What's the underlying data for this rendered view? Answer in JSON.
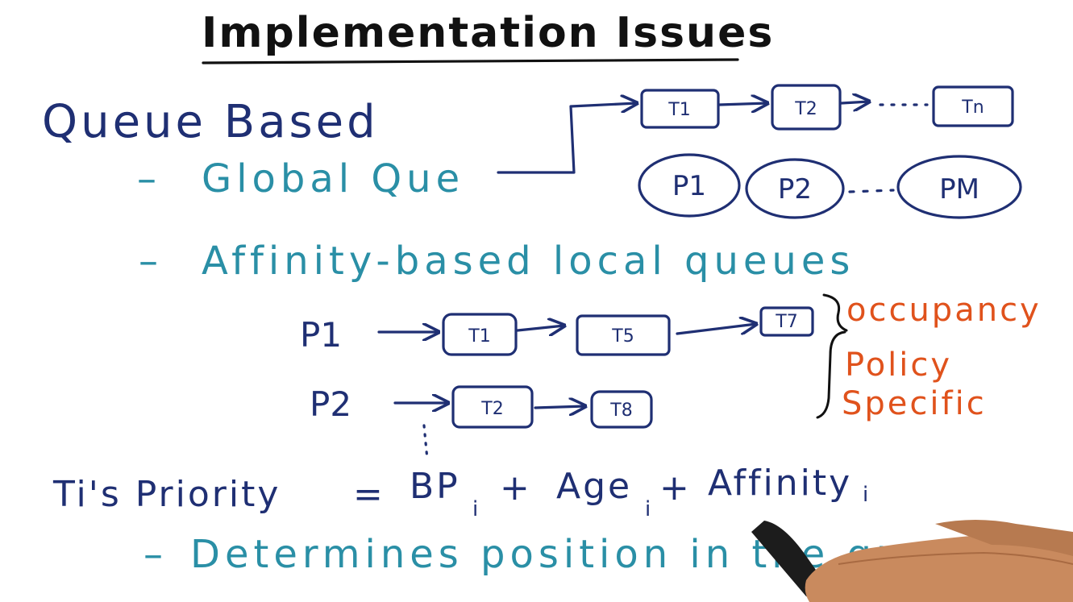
{
  "title": "Implementation Issues",
  "heading": "Queue Based",
  "global_queue": {
    "label": "Global Que",
    "threads": [
      "T1",
      "T2",
      "Tn"
    ],
    "processors": [
      "P1",
      "P2",
      "PM"
    ]
  },
  "affinity": {
    "label": "Affinity-based local queues",
    "rows": [
      {
        "processor": "P1",
        "threads": [
          "T1",
          "T5",
          "T7"
        ]
      },
      {
        "processor": "P2",
        "threads": [
          "T2",
          "T8"
        ]
      }
    ],
    "annotations": [
      "occupancy",
      "Policy",
      "Specific"
    ]
  },
  "formula": {
    "lhs": "Ti's Priority",
    "equals": "=",
    "terms": [
      "BP",
      "Age",
      "Affinity"
    ],
    "plus": "+",
    "subscript": "i"
  },
  "note": "Determines position in the queue",
  "dash": "–",
  "colors": {
    "navy": "#1f2f73",
    "teal": "#2a8fa6",
    "orange": "#e0521c"
  }
}
